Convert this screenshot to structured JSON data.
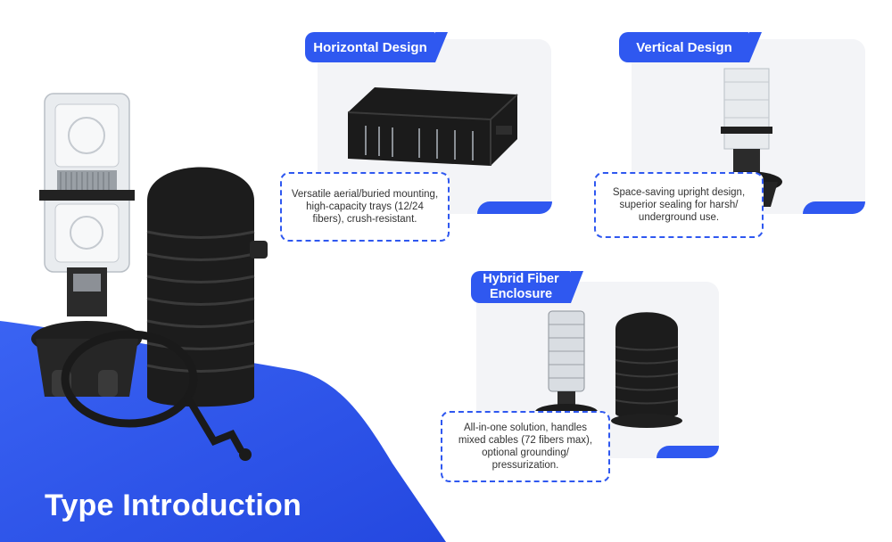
{
  "page": {
    "title": "Type Introduction",
    "accent_color": "#2f58f0"
  },
  "cards": [
    {
      "title": "Horizontal Design",
      "description": "Versatile aerial/buried mounting, high-capacity trays (12/24 fibers), crush-resistant."
    },
    {
      "title": "Vertical Design",
      "description": "Space-saving upright design, superior sealing for harsh/ underground use."
    },
    {
      "title": "Hybrid Fiber Enclosure",
      "description": "All-in-one solution, handles mixed cables (72 fibers max), optional grounding/ pressurization."
    }
  ]
}
